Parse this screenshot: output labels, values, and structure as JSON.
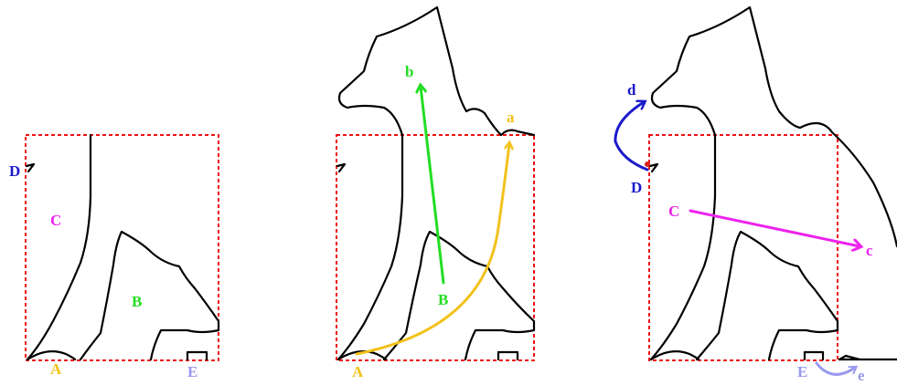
{
  "colors": {
    "A": "#f2c21b",
    "B": "#22dd22",
    "C": "#ee22ee",
    "D": "#1a1acc",
    "E": "#9999ee",
    "frame": "#ee1111",
    "outline": "#000000",
    "dot": "#dd2222"
  },
  "panel1": {
    "labels": {
      "A": "A",
      "B": "B",
      "C": "C",
      "D": "D",
      "E": "E"
    }
  },
  "panel2": {
    "labels": {
      "A": "A",
      "B": "B",
      "b": "b",
      "a": "a"
    }
  },
  "panel3": {
    "labels": {
      "C": "C",
      "c": "c",
      "D": "D",
      "d": "d",
      "E": "E",
      "e": "e"
    }
  }
}
